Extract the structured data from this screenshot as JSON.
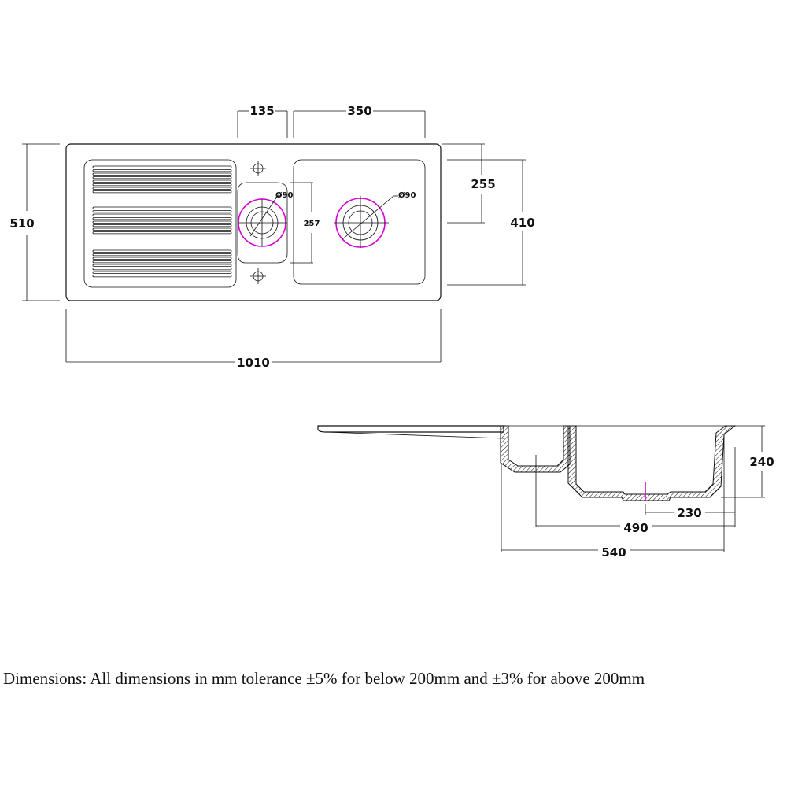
{
  "top_view": {
    "overall_width": "1010",
    "overall_depth": "510",
    "small_bowl_width": "135",
    "large_bowl_width": "350",
    "large_bowl_offset": "255",
    "large_bowl_depth": "410",
    "small_bowl_depth": "257",
    "small_waste": "Ø90",
    "large_waste": "Ø90"
  },
  "side_view": {
    "depth": "240",
    "waste_offset": "230",
    "inner_width": "490",
    "outer_width": "540"
  },
  "note": "Dimensions: All dimensions in mm tolerance ±5% for below 200mm and ±3% for above 200mm",
  "colors": {
    "line": "#111111",
    "waste_ring": "#d400d4"
  }
}
